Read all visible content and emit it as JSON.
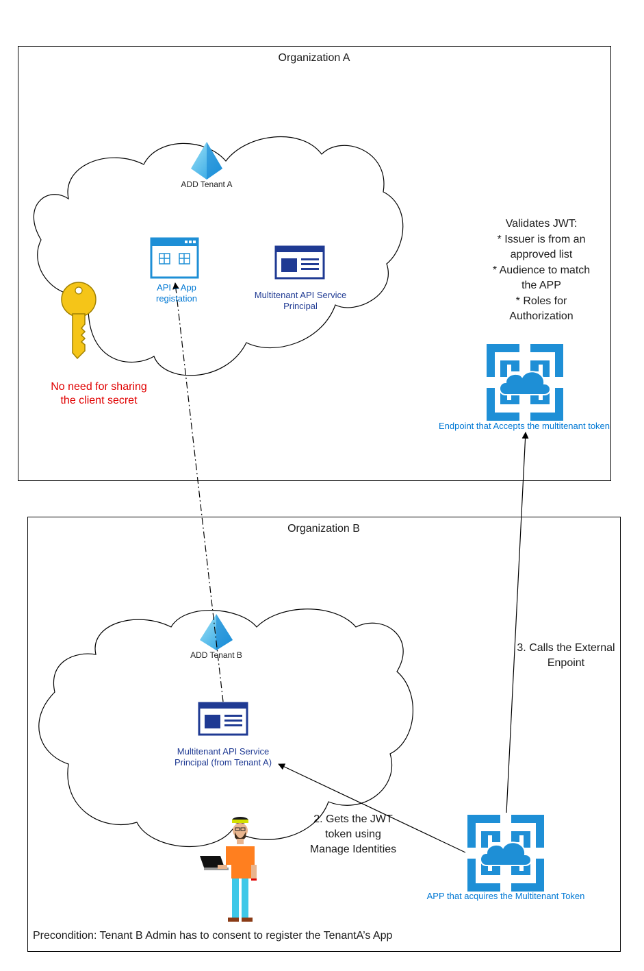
{
  "org_a": {
    "title": "Organization A"
  },
  "org_b": {
    "title": "Organization B"
  },
  "tenant_a": {
    "label": "ADD Tenant A",
    "icon": "azure-ad-pyramid-icon"
  },
  "tenant_b": {
    "label": "ADD Tenant B",
    "icon": "azure-ad-pyramid-icon"
  },
  "api_app_registration": {
    "label": "API – App registation",
    "icon": "app-registration-icon"
  },
  "multitenant_sp_a": {
    "label": "Multitenant API Service Principal",
    "icon": "service-principal-icon"
  },
  "multitenant_sp_b": {
    "label": "Multitenant API Service Principal (from Tenant A)",
    "icon": "service-principal-icon"
  },
  "key": {
    "icon": "key-icon"
  },
  "no_secret_note": "No need for sharing the client secret",
  "validation_note": "Validates JWT:\n* Issuer is from an approved list\n* Audience to match the APP\n* Roles for Authorization",
  "endpoint": {
    "label": "Endpoint that Accepts the multitenant token",
    "icon": "cloud-app-icon"
  },
  "app": {
    "label": "APP that acquires the Multitenant Token",
    "icon": "cloud-app-icon"
  },
  "step2": "2. Gets the JWT token using Manage Identities",
  "step3": "3. Calls the External Enpoint",
  "person": {
    "icon": "admin-person-icon"
  },
  "precondition": "Precondition: Tenant B Admin has to consent to register the TenantA’s App",
  "colors": {
    "azure_blue": "#0078d4",
    "navy": "#1f3a93",
    "key_gold": "#f5c518",
    "red": "#e00000"
  }
}
